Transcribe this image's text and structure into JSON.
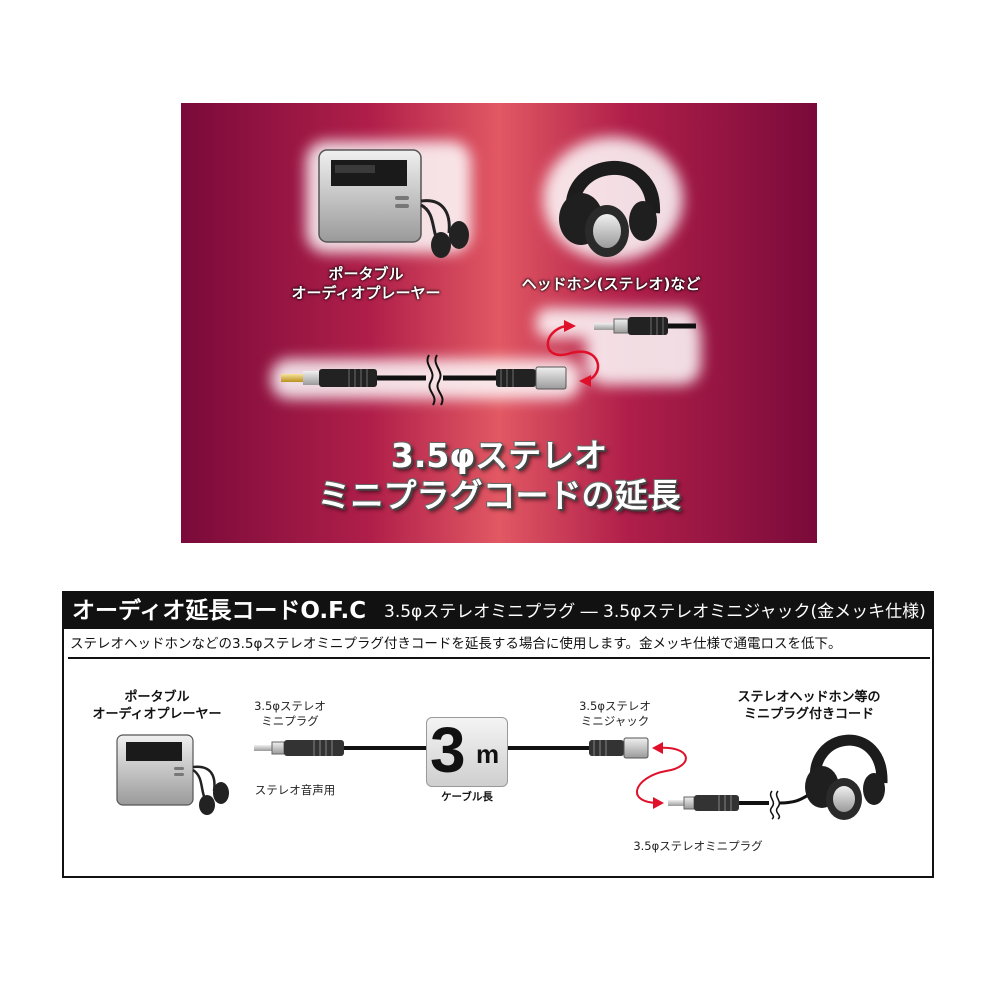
{
  "banner": {
    "player_caption_line1": "ポータブル",
    "player_caption_line2": "オーディオプレーヤー",
    "headphones_caption": "ヘッドホン(ステレオ)など",
    "headline_line1": "3.5φステレオ",
    "headline_line2": "ミニプラグコードの延長",
    "colors": {
      "background_dark": "#7a0a3a",
      "background_light": "#e25863",
      "arrow": "#e0102a"
    }
  },
  "spec": {
    "title_main": "オーディオ延長コードO.F.C",
    "title_sub": "3.5φステレオミニプラグ ― 3.5φステレオミニジャック(金メッキ仕様)",
    "description": "ステレオヘッドホンなどの3.5φステレオミニプラグ付きコードを延長する場合に使用します。金メッキ仕様で通電ロスを低下。",
    "player_label_line1": "ポータブル",
    "player_label_line2": "オーディオプレーヤー",
    "plug_label_line1": "3.5φステレオ",
    "plug_label_line2": "ミニプラグ",
    "stereo_audio_label": "ステレオ音声用",
    "cable_length_number": "3",
    "cable_length_unit": "m",
    "cable_length_caption": "ケーブル長",
    "jack_label_line1": "3.5φステレオ",
    "jack_label_line2": "ミニジャック",
    "cord_label_line1": "ステレオヘッドホン等の",
    "cord_label_line2": "ミニプラグ付きコード",
    "plug2_label": "3.5φステレオミニプラグ"
  },
  "icons": [
    "audio-player-icon",
    "earphones-icon",
    "headphones-icon",
    "stereo-plug-icon",
    "stereo-jack-icon",
    "connect-arrow-icon"
  ]
}
